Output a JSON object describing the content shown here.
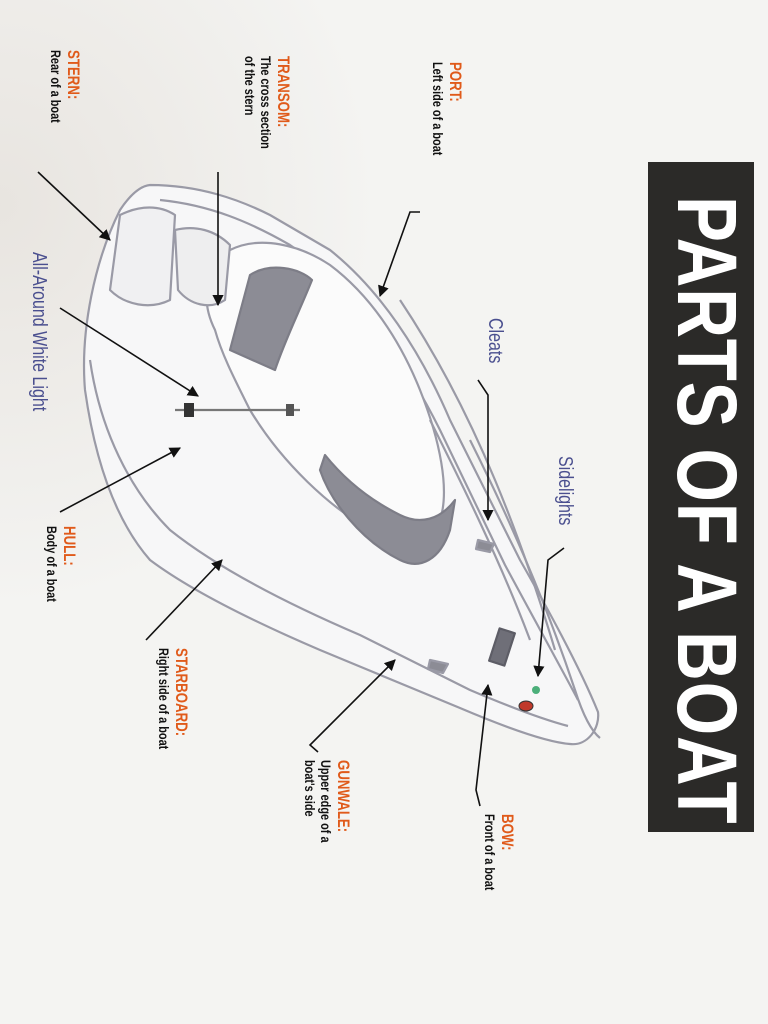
{
  "title": "PARTS OF A BOAT",
  "labels": {
    "stern": {
      "term": "STERN:",
      "definition": "Rear of a boat"
    },
    "transom": {
      "term": "TRANSOM:",
      "definition_line1": "The cross section",
      "definition_line2": "of the stern"
    },
    "port": {
      "term": "PORT:",
      "definition": "Left side of a boat"
    },
    "cleats": "Cleats",
    "sidelights": "Sidelights",
    "all_around_light": "All-Around White Light",
    "hull": {
      "term": "HULL:",
      "definition": "Body of a boat"
    },
    "starboard": {
      "term": "STARBOARD:",
      "definition": "Right side of a boat"
    },
    "gunwale": {
      "term": "GUNWALE:",
      "definition_line1": "Upper edge of a",
      "definition_line2": "boat's side"
    },
    "bow": {
      "term": "BOW:",
      "definition": "Front of a boat"
    }
  },
  "colors": {
    "term": "#e05a1a",
    "definition": "#111111",
    "blue_label": "#4a4f8f",
    "title_bar": "#2b2a28",
    "title_text": "#ffffff",
    "boat_outline": "#9a9aa6",
    "boat_window": "#8c8c95"
  }
}
